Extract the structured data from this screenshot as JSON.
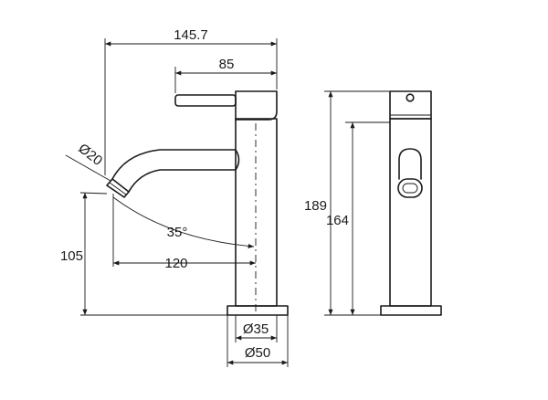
{
  "dimensions": {
    "overall_reach": "145.7",
    "handle_offset": "85",
    "spout_diameter": "Ø20",
    "spout_angle": "35°",
    "spout_reach": "120",
    "spout_height": "105",
    "body_diameter": "Ø35",
    "base_diameter": "Ø50",
    "overall_height": "189",
    "body_height": "164"
  }
}
